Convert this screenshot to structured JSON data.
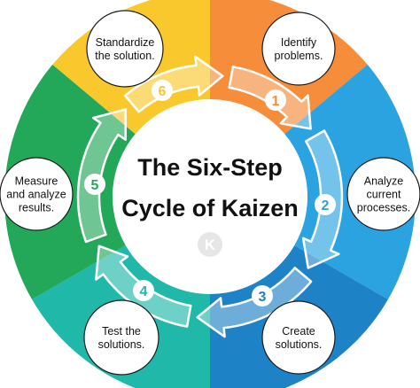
{
  "title": {
    "line1": "The Six-Step",
    "line2": "Cycle of Kaizen"
  },
  "logo": {
    "letter": "K"
  },
  "steps": [
    {
      "number": "1",
      "lines": [
        "Identify",
        "problems."
      ],
      "color": "#F58D3B",
      "badge_color": "#F58D3B"
    },
    {
      "number": "2",
      "lines": [
        "Analyze",
        "current",
        "processes."
      ],
      "color": "#2AA3E0",
      "badge_color": "#2AA3E0"
    },
    {
      "number": "3",
      "lines": [
        "Create",
        "solutions."
      ],
      "color": "#1E82C6",
      "badge_color": "#1E82C6"
    },
    {
      "number": "4",
      "lines": [
        "Test the",
        "solutions."
      ],
      "color": "#20B8A9",
      "badge_color": "#20B8A9"
    },
    {
      "number": "5",
      "lines": [
        "Measure",
        "and analyze",
        "results."
      ],
      "color": "#23A85A",
      "badge_color": "#23A85A"
    },
    {
      "number": "6",
      "lines": [
        "Standardize",
        "the solution."
      ],
      "color": "#F8C82C",
      "badge_color": "#F8C82C"
    }
  ]
}
